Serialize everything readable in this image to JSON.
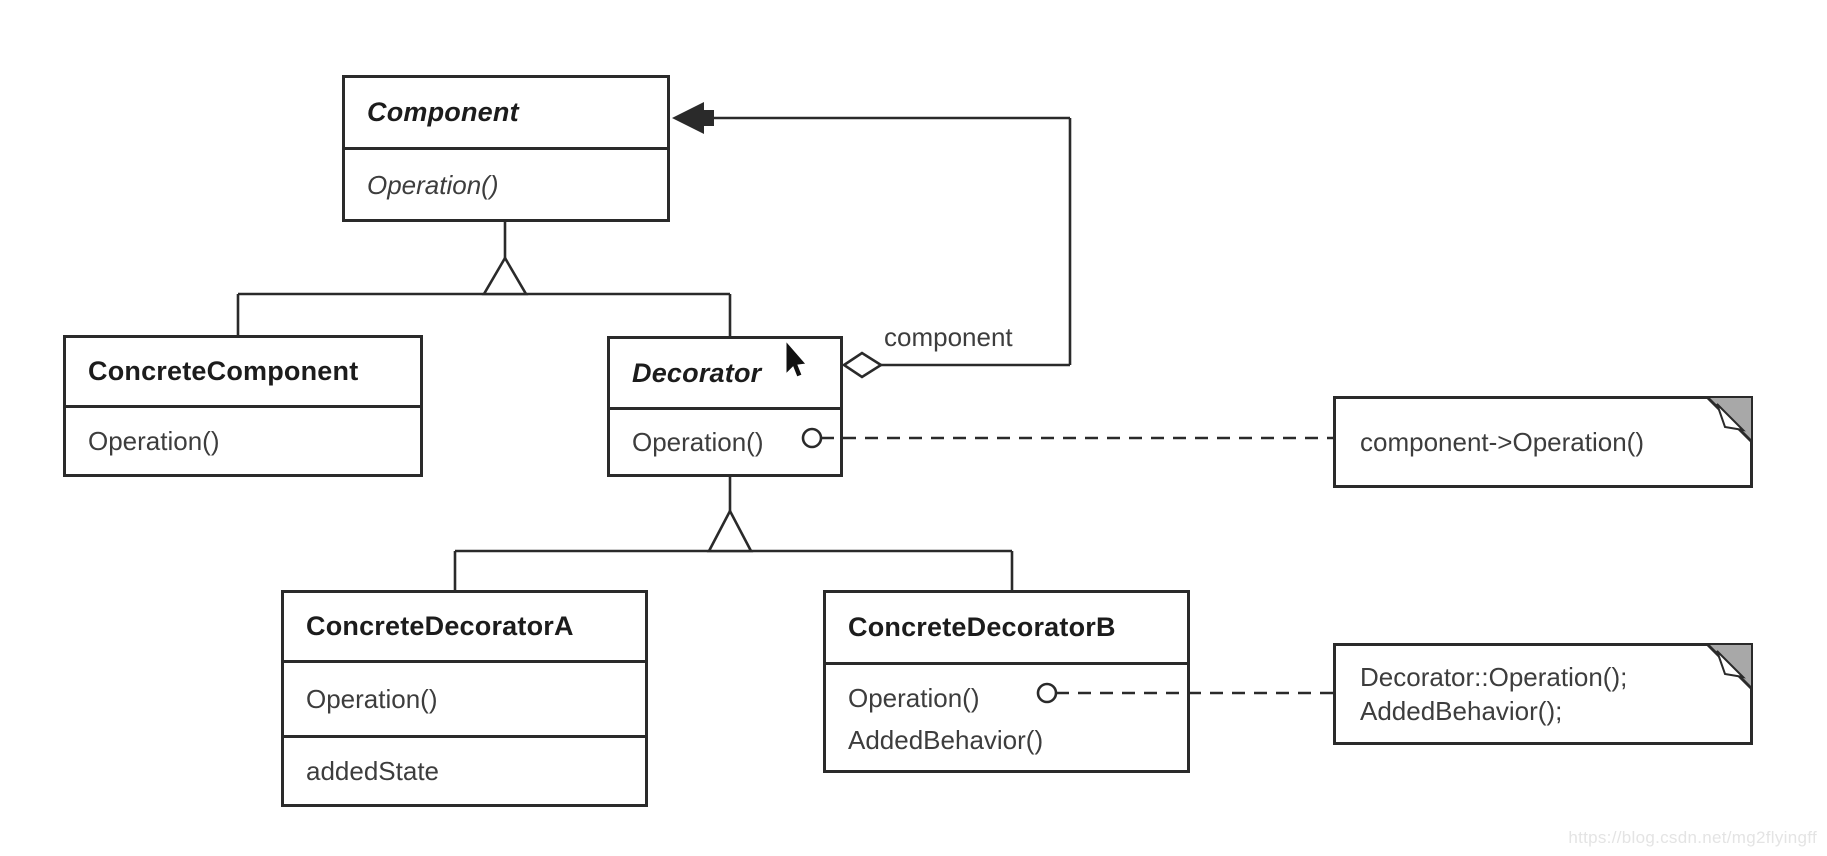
{
  "diagram": {
    "kind": "uml-class-diagram",
    "pattern": "Decorator",
    "classes": {
      "component": {
        "name": "Component",
        "abstract": true,
        "operations": [
          "Operation()"
        ]
      },
      "concrete_component": {
        "name": "ConcreteComponent",
        "abstract": false,
        "operations": [
          "Operation()"
        ]
      },
      "decorator": {
        "name": "Decorator",
        "abstract": true,
        "operations": [
          "Operation()"
        ]
      },
      "concrete_decorator_a": {
        "name": "ConcreteDecoratorA",
        "abstract": false,
        "operations": [
          "Operation()"
        ],
        "attributes": [
          "addedState"
        ]
      },
      "concrete_decorator_b": {
        "name": "ConcreteDecoratorB",
        "abstract": false,
        "operations": [
          "Operation()",
          "AddedBehavior()"
        ]
      }
    },
    "edge_labels": {
      "aggregation_role": "component"
    },
    "notes": {
      "decorator_operation_note": {
        "lines": [
          "component->Operation()"
        ]
      },
      "concrete_decorator_b_note": {
        "lines": [
          "Decorator::Operation();",
          "AddedBehavior();"
        ]
      }
    },
    "watermark": "https://blog.csdn.net/mg2flyingff",
    "colors": {
      "line": "#2a2a2a",
      "note_fold": "#a8a8a8",
      "watermark_text": "#e4e4e4",
      "background": "#ffffff"
    }
  }
}
